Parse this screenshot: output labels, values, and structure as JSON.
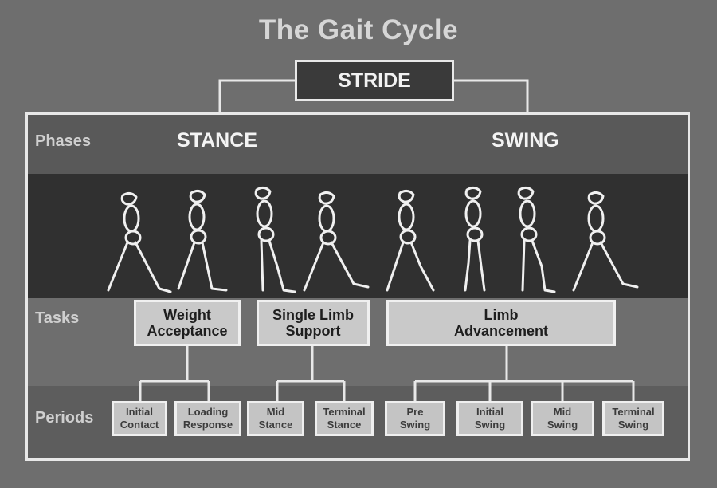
{
  "title": "The Gait Cycle",
  "stride": "STRIDE",
  "row_labels": {
    "phases": "Phases",
    "tasks": "Tasks",
    "periods": "Periods"
  },
  "phases": {
    "stance": "STANCE",
    "swing": "SWING"
  },
  "tasks": [
    {
      "line1": "Weight",
      "line2": "Acceptance"
    },
    {
      "line1": "Single Limb",
      "line2": "Support"
    },
    {
      "line1": "Limb",
      "line2": "Advancement"
    }
  ],
  "periods": [
    {
      "line1": "Initial",
      "line2": "Contact"
    },
    {
      "line1": "Loading",
      "line2": "Response"
    },
    {
      "line1": "Mid",
      "line2": "Stance"
    },
    {
      "line1": "Terminal",
      "line2": "Stance"
    },
    {
      "line1": "Pre",
      "line2": "Swing"
    },
    {
      "line1": "Initial",
      "line2": "Swing"
    },
    {
      "line1": "Mid",
      "line2": "Swing"
    },
    {
      "line1": "Terminal",
      "line2": "Swing"
    }
  ],
  "colors": {
    "background": "#6e6e6e",
    "figure_band": "#303030",
    "lines": "#e8e8e8",
    "box_fill": "#c9c9c9"
  }
}
